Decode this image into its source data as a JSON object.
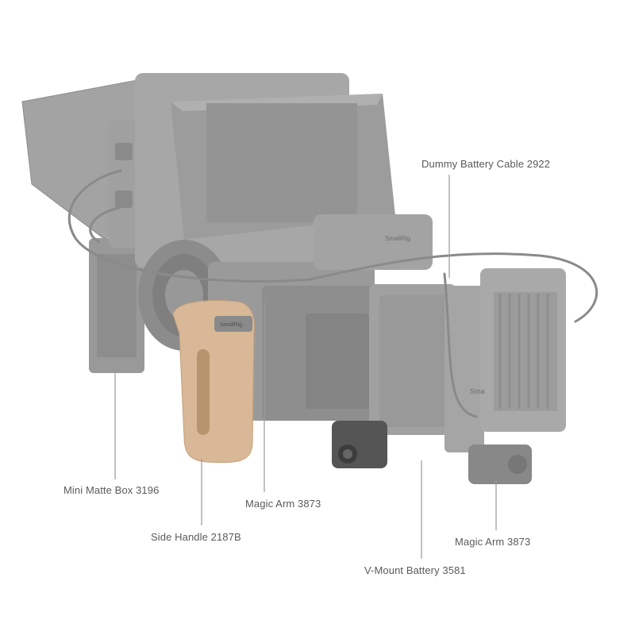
{
  "callouts": {
    "dummy_battery_cable": "Dummy Battery Cable 2922",
    "mini_matte_box": "Mini Matte Box 3196",
    "magic_arm_left": "Magic Arm 3873",
    "side_handle": "Side Handle 2187B",
    "magic_arm_right": "Magic Arm 3873",
    "v_mount_battery": "V-Mount Battery 3581"
  },
  "brand_marks": {
    "top_handle": "SmallRig",
    "side_handle": "SmallRig",
    "battery_plate": "Sma"
  },
  "colors": {
    "body_gray": "#9a9a9a",
    "wood": "#d8b896",
    "leader_line": "#9a9a9a",
    "label_text": "#5a5a5a"
  }
}
